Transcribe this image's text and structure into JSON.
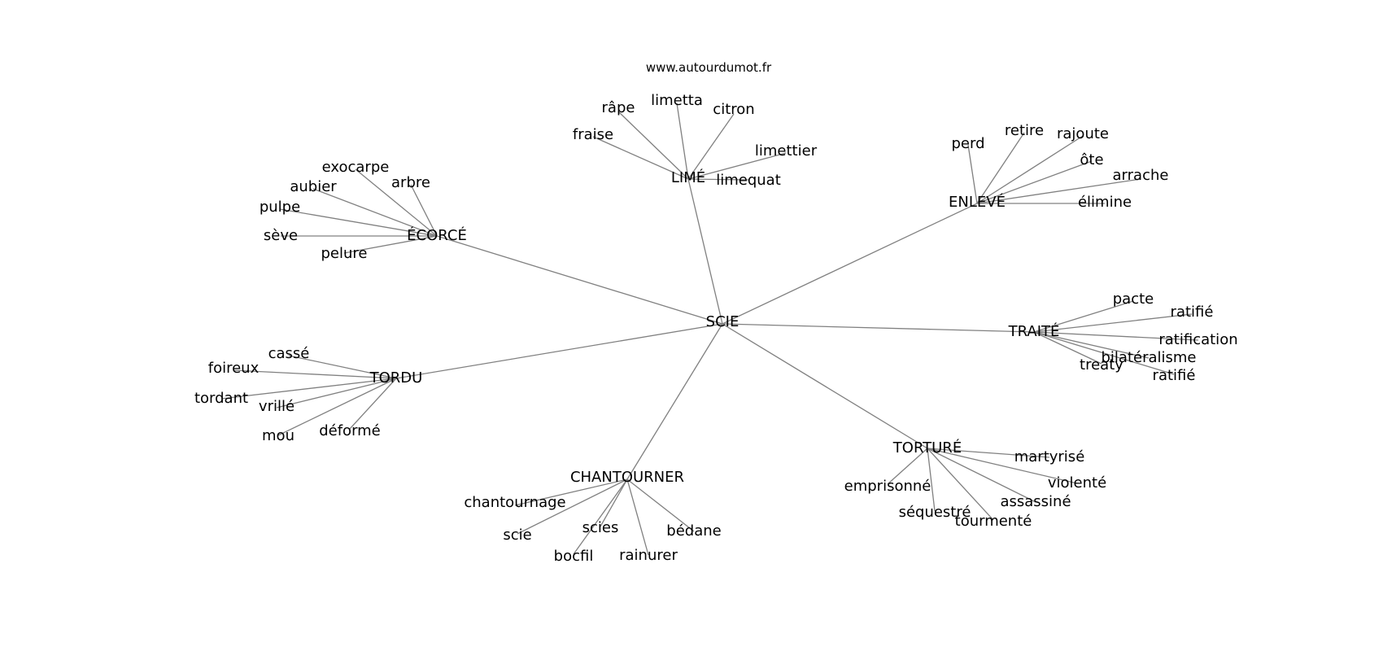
{
  "site": "www.autourdumot.fr",
  "colors": {
    "edge": "#808080",
    "text": "#000000",
    "background": "#ffffff"
  },
  "graph": {
    "root": "SCIE",
    "clusters": [
      {
        "hub": "LIMÉ",
        "leaves": [
          "râpe",
          "limetta",
          "citron",
          "fraise",
          "limettier",
          "limequat"
        ]
      },
      {
        "hub": "ÉCORCÉ",
        "leaves": [
          "exocarpe",
          "aubier",
          "arbre",
          "pulpe",
          "sève",
          "pelure"
        ]
      },
      {
        "hub": "ENLEVÉ",
        "leaves": [
          "perd",
          "retire",
          "rajoute",
          "ôte",
          "arrache",
          "élimine"
        ]
      },
      {
        "hub": "TRAITÉ",
        "leaves": [
          "pacte",
          "ratifié",
          "ratification",
          "bilatéralisme",
          "treaty",
          "ratifié"
        ]
      },
      {
        "hub": "TORDU",
        "leaves": [
          "cassé",
          "foireux",
          "tordant",
          "vrillé",
          "mou",
          "déformé"
        ]
      },
      {
        "hub": "TORTURÉ",
        "leaves": [
          "martyrisé",
          "emprisonné",
          "violenté",
          "assassiné",
          "séquestré",
          "tourmenté"
        ]
      },
      {
        "hub": "CHANTOURNER",
        "leaves": [
          "chantournage",
          "scie",
          "scies",
          "bédane",
          "bocfil",
          "rainurer"
        ]
      }
    ]
  }
}
